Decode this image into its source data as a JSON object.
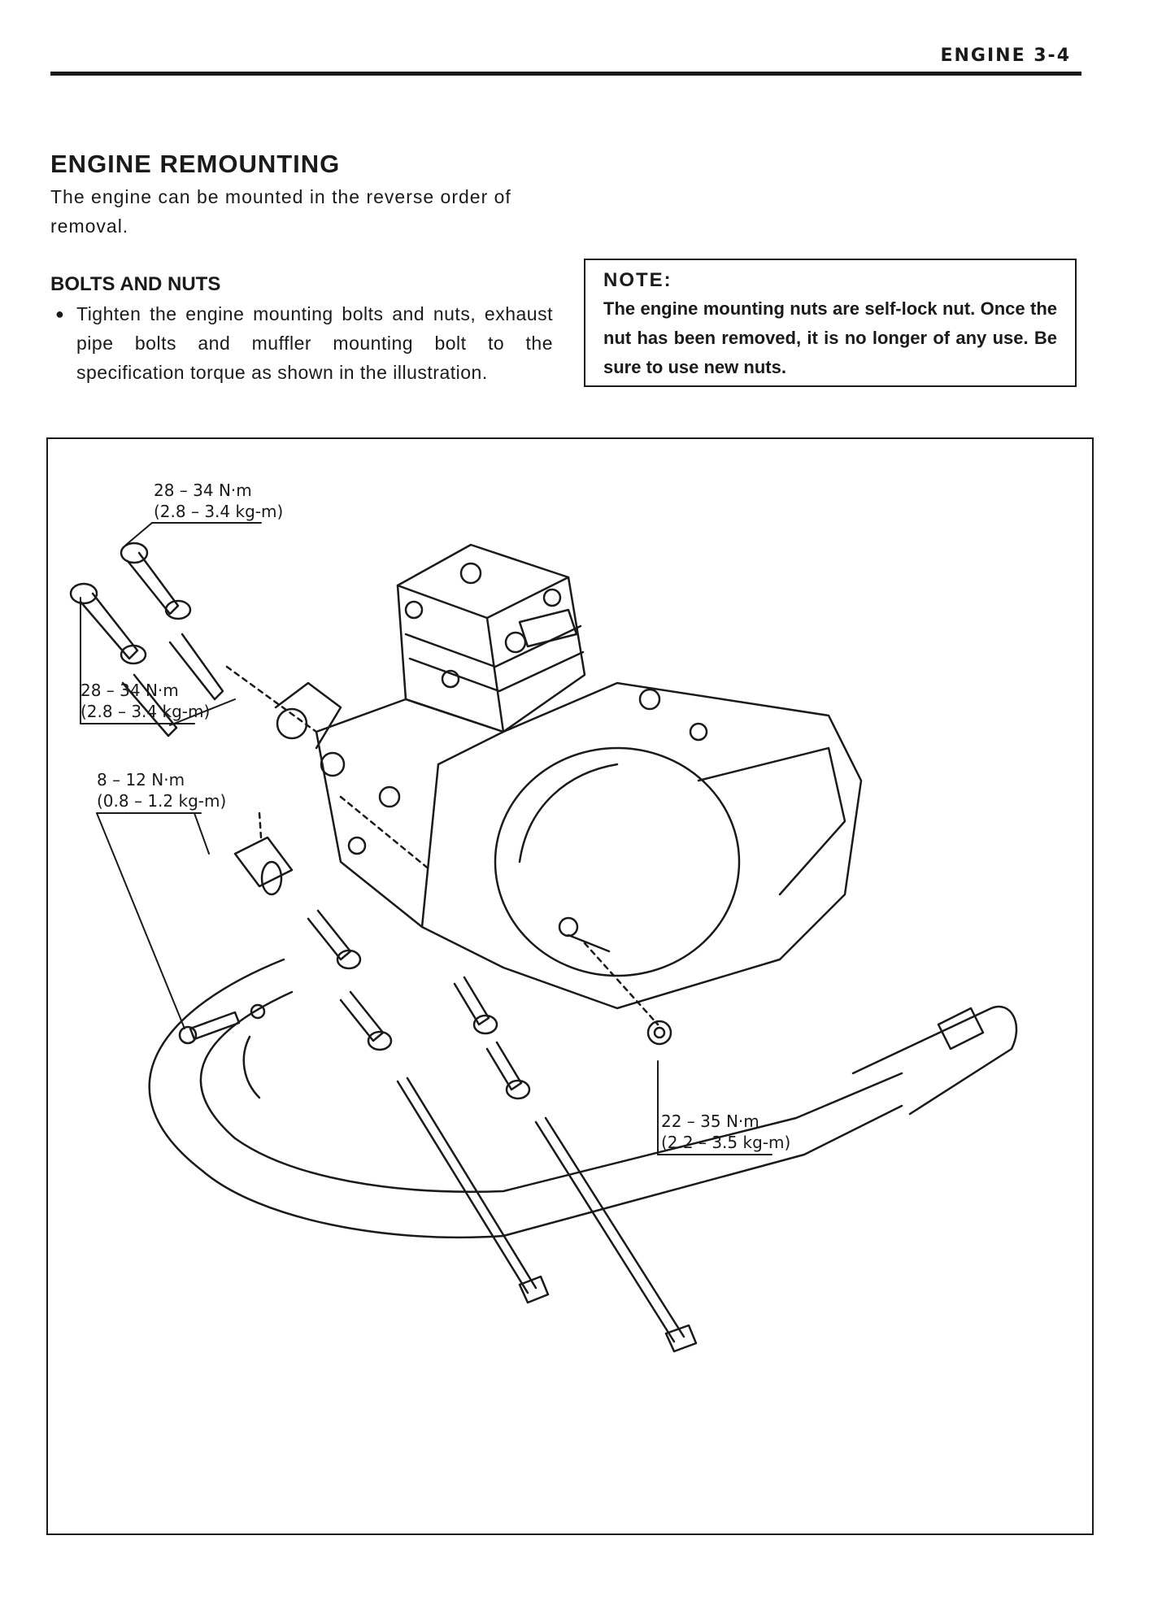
{
  "header": {
    "title": "ENGINE 3-4"
  },
  "section": {
    "heading": "ENGINE REMOUNTING",
    "intro": "The engine can be mounted in the reverse order of removal."
  },
  "bolts": {
    "heading": "BOLTS AND NUTS",
    "bullet": "Tighten the engine mounting bolts and nuts, exhaust pipe bolts and muffler mounting bolt to the specification torque as shown in the illustration."
  },
  "note": {
    "title": "NOTE:",
    "text": "The engine mounting nuts are self-lock nut. Once the nut has been removed, it is no longer of any use. Be sure to use new nuts."
  },
  "figure": {
    "labels": [
      {
        "nm": "28 – 34 N·m",
        "kgm": "(2.8 – 3.4 kg-m)"
      },
      {
        "nm": "28 – 34 N·m",
        "kgm": "(2.8 – 3.4 kg-m)"
      },
      {
        "nm": "8 – 12 N·m",
        "kgm": "(0.8 – 1.2 kg-m)"
      },
      {
        "nm": "22 – 35 N·m",
        "kgm": "(2.2 – 3.5 kg-m)"
      }
    ]
  }
}
